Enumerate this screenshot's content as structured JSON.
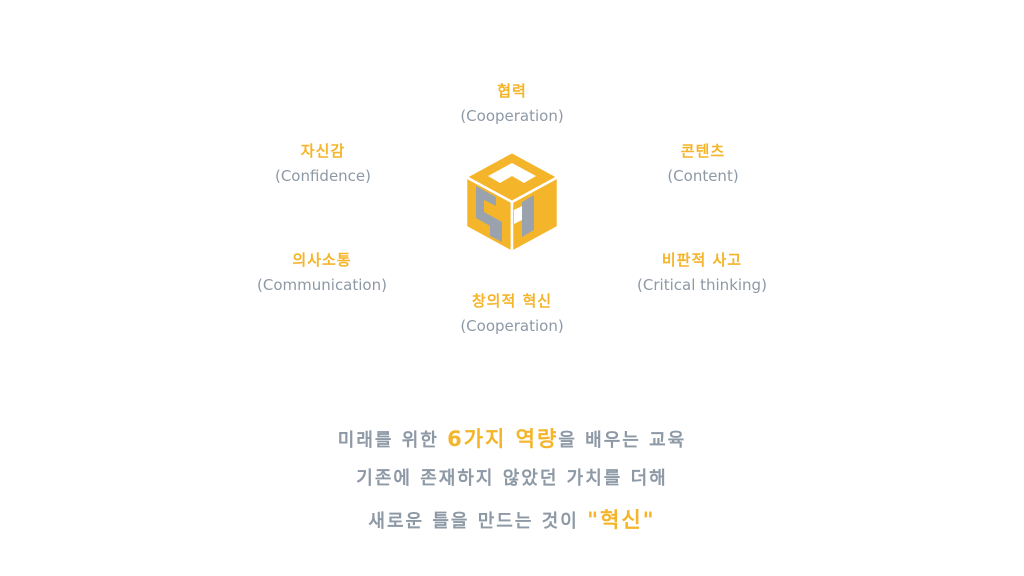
{
  "colors": {
    "accent": "#F5B52A",
    "gray": "#8E99A6",
    "cube_front": "#F5B52A",
    "cube_side": "#9AA3AD",
    "cube_stroke": "#ffffff"
  },
  "diagram": {
    "center_icon": "cube-logo-icon",
    "nodes": [
      {
        "id": "cooperation",
        "ko": "협력",
        "en": "(Cooperation)"
      },
      {
        "id": "content",
        "ko": "콘텐츠",
        "en": "(Content)"
      },
      {
        "id": "critical-thinking",
        "ko": "비판적 사고",
        "en": "(Critical thinking)"
      },
      {
        "id": "creative-innovation",
        "ko": "창의적 혁신",
        "en": "(Cooperation)"
      },
      {
        "id": "communication",
        "ko": "의사소통",
        "en": "(Communication)"
      },
      {
        "id": "confidence",
        "ko": "자신감",
        "en": "(Confidence)"
      }
    ]
  },
  "tagline": {
    "line1_pre": "미래를 위한 ",
    "line1_hl": "6가지 역량",
    "line1_post": "을 배우는 교육",
    "line2": "기존에 존재하지 않았던 가치를 더해",
    "line3_pre": "새로운 틀을 만드는 것이 ",
    "line3_hl": "\"혁신\""
  }
}
